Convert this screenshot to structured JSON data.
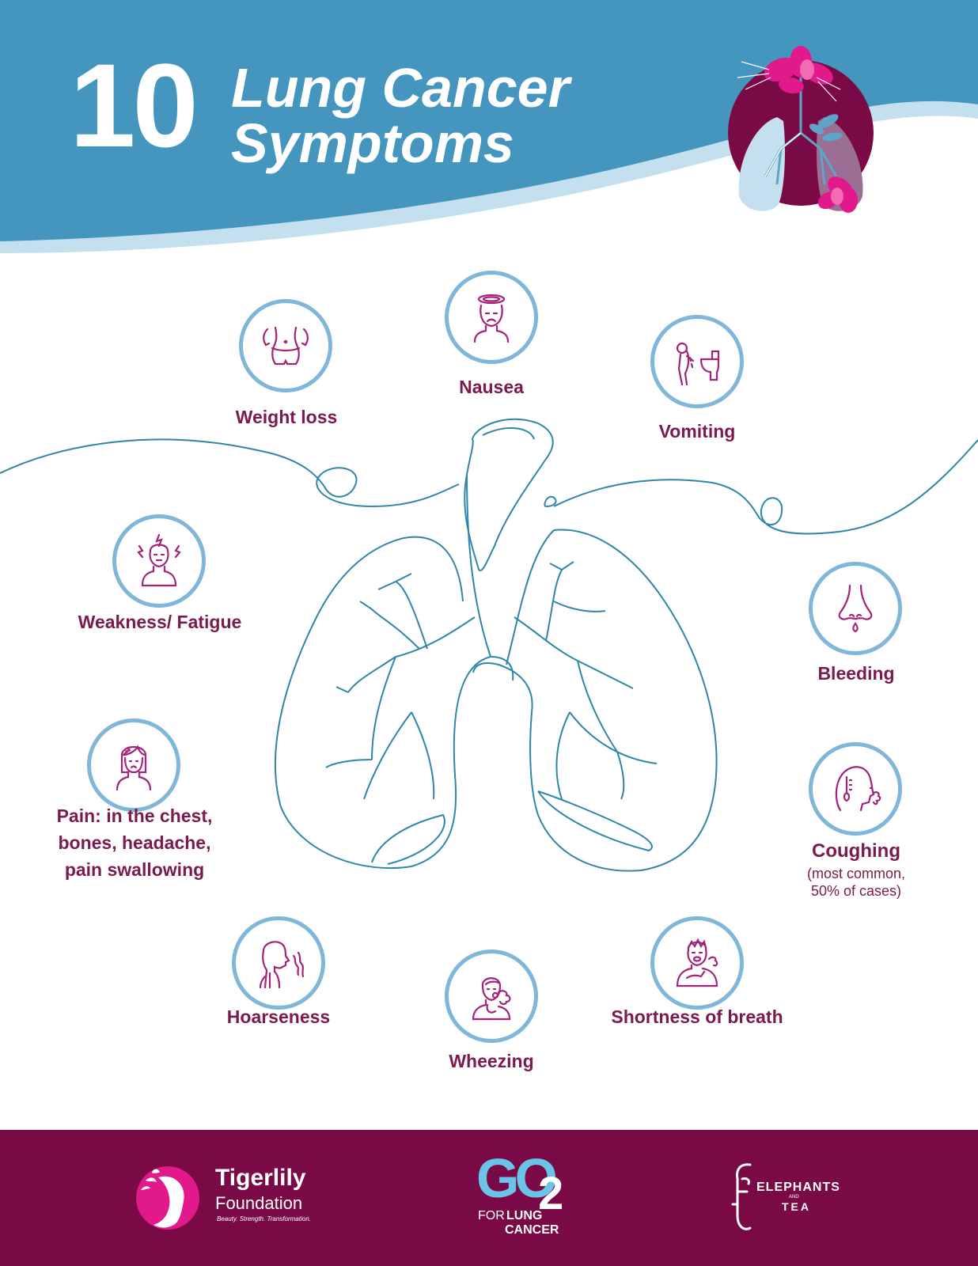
{
  "header": {
    "number": "10",
    "title_line1": "Lung Cancer",
    "title_line2": "Symptoms"
  },
  "symptoms": {
    "weight_loss": {
      "label": "Weight loss",
      "icon": "waist-measure-icon"
    },
    "nausea": {
      "label": "Nausea",
      "icon": "dizzy-face-icon"
    },
    "vomiting": {
      "label": "Vomiting",
      "icon": "person-vomiting-toilet-icon"
    },
    "weakness": {
      "label": "Weakness/ Fatigue",
      "icon": "head-stress-icon"
    },
    "bleeding": {
      "label": "Bleeding",
      "icon": "nose-bleed-icon"
    },
    "pain": {
      "line1": "Pain: in the chest,",
      "line2": "bones, headache,",
      "line3": "pain swallowing",
      "icon": "woman-pain-icon"
    },
    "coughing": {
      "label": "Coughing",
      "note_line1": "(most common,",
      "note_line2": "50% of cases)",
      "icon": "cough-thermometer-icon"
    },
    "hoarseness": {
      "label": "Hoarseness",
      "icon": "hoarse-voice-icon"
    },
    "wheezing": {
      "label": "Wheezing",
      "icon": "wheezing-person-icon"
    },
    "shortness_of_breath": {
      "label": "Shortness of breath",
      "icon": "breathless-person-icon"
    }
  },
  "footer": {
    "tigerlily_name": "Tigerlily",
    "tigerlily_sub": "Foundation",
    "tigerlily_tagline": "Beauty. Strength. Transformation.",
    "go2_main": "GO",
    "go2_num": "2",
    "go2_for": "FOR",
    "go2_lung": "LUNG",
    "go2_cancer": "CANCER",
    "elephants_line1": "ELEPHANTS",
    "elephants_and": "AND",
    "elephants_line2": "TEA"
  },
  "colors": {
    "header_blue": "#4496bf",
    "light_blue": "#c4e0ee",
    "circle_border": "#7fb6da",
    "label_maroon": "#7b1a4e",
    "icon_magenta": "#a3237a",
    "line_teal": "#2f86a8",
    "footer_maroon": "#7a0a45"
  }
}
